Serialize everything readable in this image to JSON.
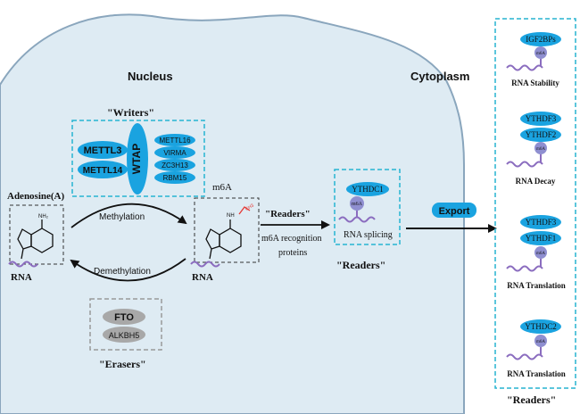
{
  "labels": {
    "nucleus": "Nucleus",
    "cytoplasm": "Cytoplasm",
    "writers_title": "\"Writers\"",
    "erasers_title": "\"Erasers\"",
    "readers_mid_title": "\"Readers\"",
    "readers_arrow_label": "\"Readers\"",
    "m6a_recognition_line1": "m6A recognition",
    "m6a_recognition_line2": "proteins",
    "readers_right_title": "\"Readers\"",
    "adenosine": "Adenosine(A)",
    "m6a_top": "m6A",
    "rna_left": "RNA",
    "rna_right": "RNA",
    "methylation": "Methylation",
    "demethylation": "Demethylation",
    "export": "Export",
    "nh2": "NH₂",
    "nh": "NH",
    "ch3": "CH3"
  },
  "writers": {
    "core": [
      "METTL3",
      "METTL14"
    ],
    "wtap": "WTAP",
    "others": [
      "METTL16",
      "VIRMA",
      "ZC3H13",
      "RBM15"
    ]
  },
  "erasers": [
    "FTO",
    "ALKBH5"
  ],
  "nuclear_reader": {
    "protein": "YTHDC1",
    "mark": "m6A",
    "function": "RNA splicing"
  },
  "cyto_readers": [
    {
      "proteins": [
        "IGF2BPs"
      ],
      "mark": "m6A",
      "function": "RNA Stability"
    },
    {
      "proteins": [
        "YTHDF3",
        "YTHDF2"
      ],
      "mark": "m6A",
      "function": "RNA Decay"
    },
    {
      "proteins": [
        "YTHDF3",
        "YTHDF1"
      ],
      "mark": "m6A",
      "function": "RNA Translation"
    },
    {
      "proteins": [
        "YTHDC2"
      ],
      "mark": "m6A",
      "function": "RNA Translation"
    }
  ],
  "colors": {
    "cell_fill": "#deebf3",
    "cell_stroke": "#8aa6bd",
    "protein_blue": "#1aa3e0",
    "m6a_purple": "#8f8fd0",
    "rna_purple": "#8b6dbf",
    "dash_cyan": "#27b4d1",
    "eraser_gray": "#a8a8a8"
  }
}
